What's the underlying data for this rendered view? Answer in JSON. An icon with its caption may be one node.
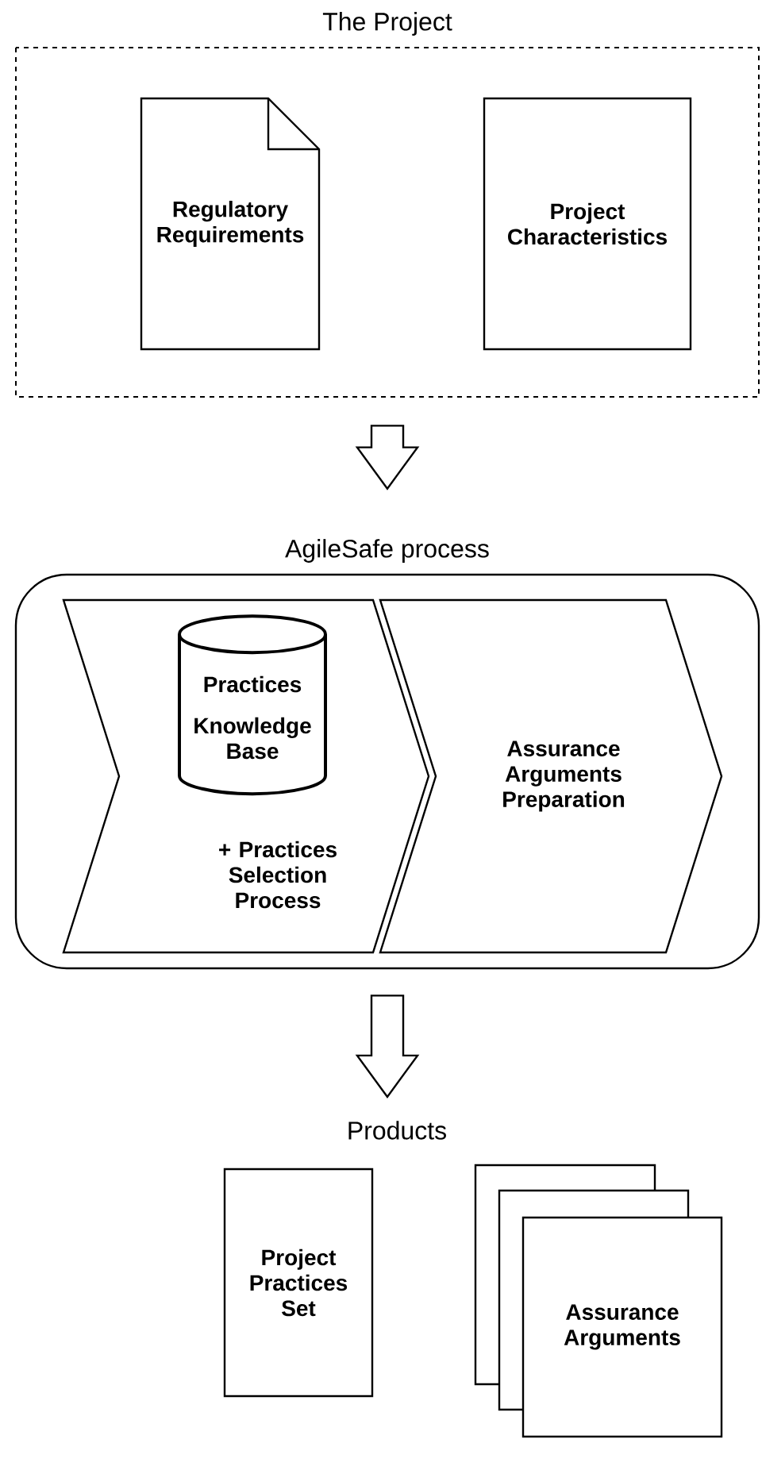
{
  "diagram": {
    "nodes": [
      {
        "text": [
          "The Project"
        ]
      },
      {
        "text": [
          "Regulatory Requirements"
        ],
        "in": 0
      },
      {
        "text": [
          "Project Characteristics"
        ],
        "in": 0
      },
      {
        "text": [
          "AgileSafe process"
        ]
      },
      {
        "text": [
          "+ Practices Selection Process"
        ],
        "in": 3
      },
      {
        "text": [
          "Practices Knowledge Base"
        ],
        "in": 4
      },
      {
        "text": [
          "Assurance Arguments Preparation"
        ],
        "in": 3
      },
      {
        "text": [
          "Products"
        ]
      },
      {
        "text": [
          "Project Practices Set"
        ]
      },
      {
        "text": [
          "Assurance Arguments"
        ]
      }
    ],
    "edges": [
      {
        "from": 0,
        "to": 3,
        "arrow": "to"
      },
      {
        "from": 3,
        "to": 7,
        "arrow": "to"
      }
    ]
  }
}
